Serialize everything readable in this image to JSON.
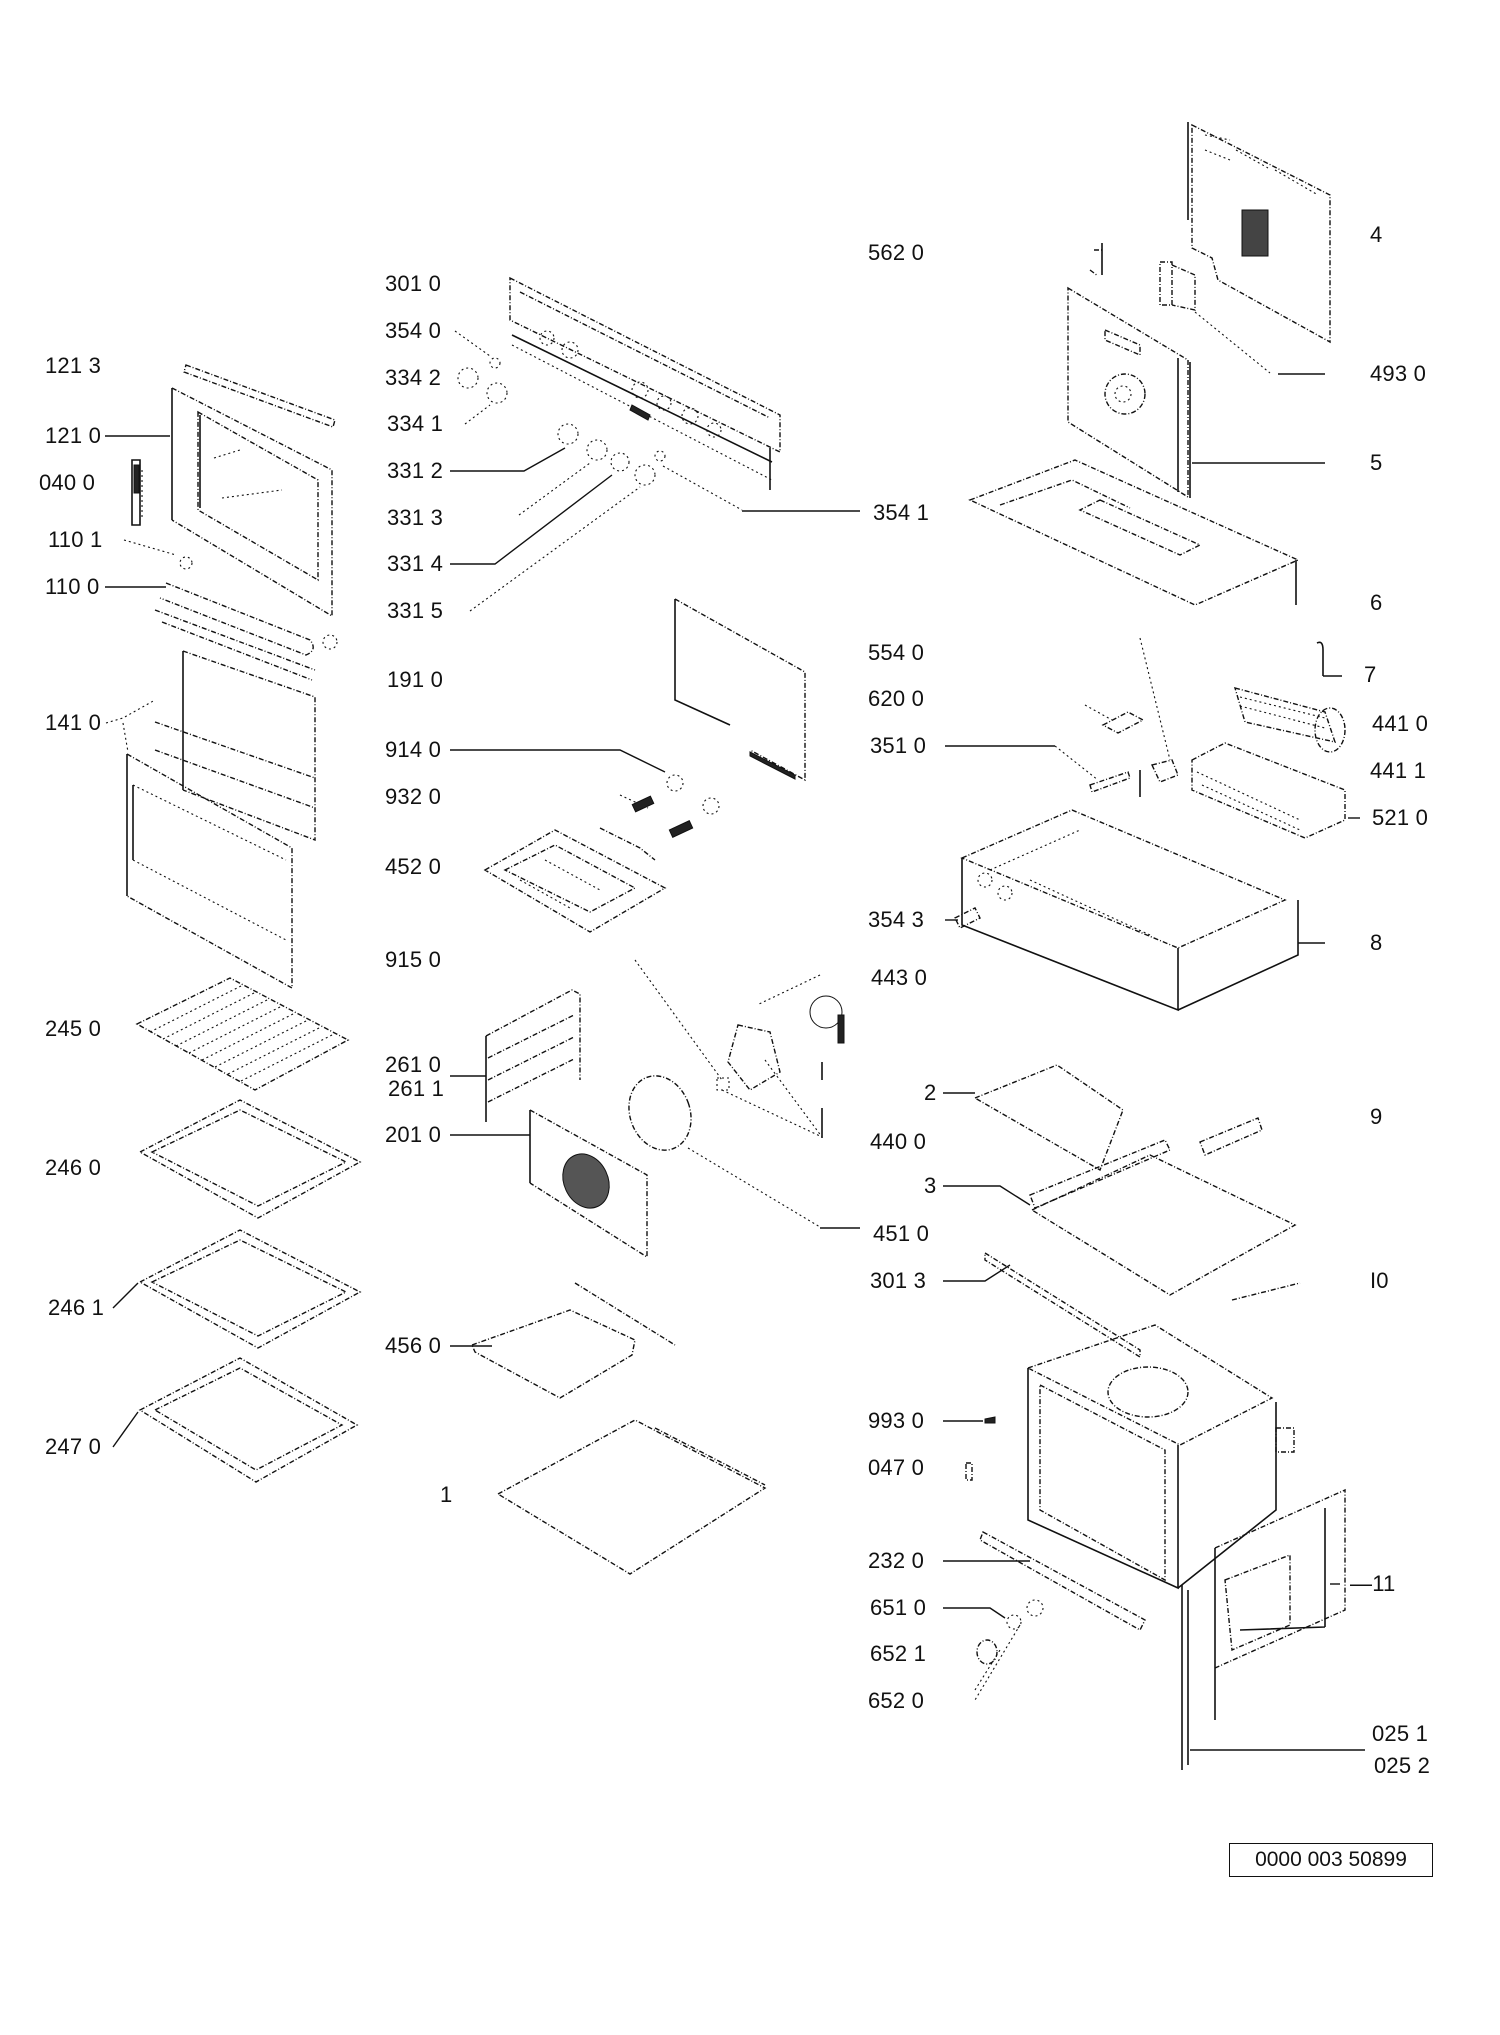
{
  "diagram": {
    "type": "exploded-parts-view",
    "subject": "built-in oven",
    "document_id": "0000 003 50899"
  },
  "labels": [
    {
      "id": "lbl-1213",
      "text": "121 3"
    },
    {
      "id": "lbl-1210",
      "text": "121 0"
    },
    {
      "id": "lbl-0400",
      "text": "040 0"
    },
    {
      "id": "lbl-1101",
      "text": "110 1"
    },
    {
      "id": "lbl-1100",
      "text": "110 0"
    },
    {
      "id": "lbl-1410",
      "text": "141 0"
    },
    {
      "id": "lbl-2450",
      "text": "245 0"
    },
    {
      "id": "lbl-2460",
      "text": "246 0"
    },
    {
      "id": "lbl-2461",
      "text": "246 1"
    },
    {
      "id": "lbl-2470",
      "text": "247 0"
    },
    {
      "id": "lbl-3010",
      "text": "301 0"
    },
    {
      "id": "lbl-3540",
      "text": "354 0"
    },
    {
      "id": "lbl-3342",
      "text": "334 2"
    },
    {
      "id": "lbl-3341",
      "text": "334 1"
    },
    {
      "id": "lbl-3312",
      "text": "331 2"
    },
    {
      "id": "lbl-3313",
      "text": "331 3"
    },
    {
      "id": "lbl-3314",
      "text": "331 4"
    },
    {
      "id": "lbl-3315",
      "text": "331 5"
    },
    {
      "id": "lbl-1910",
      "text": "191 0"
    },
    {
      "id": "lbl-9140",
      "text": "914 0"
    },
    {
      "id": "lbl-9320",
      "text": "932 0"
    },
    {
      "id": "lbl-4520",
      "text": "452 0"
    },
    {
      "id": "lbl-9150",
      "text": "915 0"
    },
    {
      "id": "lbl-2610",
      "text": "261 0"
    },
    {
      "id": "lbl-2611",
      "text": "261 1"
    },
    {
      "id": "lbl-2010",
      "text": "201 0"
    },
    {
      "id": "lbl-4560",
      "text": "456 0"
    },
    {
      "id": "lbl-1",
      "text": "1"
    },
    {
      "id": "lbl-5620",
      "text": "562 0"
    },
    {
      "id": "lbl-3541",
      "text": "354 1"
    },
    {
      "id": "lbl-5540",
      "text": "554 0"
    },
    {
      "id": "lbl-6200",
      "text": "620 0"
    },
    {
      "id": "lbl-3510",
      "text": "351 0"
    },
    {
      "id": "lbl-3543",
      "text": "354 3"
    },
    {
      "id": "lbl-4430",
      "text": "443 0"
    },
    {
      "id": "lbl-4400",
      "text": "440 0"
    },
    {
      "id": "lbl-4510",
      "text": "451 0"
    },
    {
      "id": "lbl-3013",
      "text": "301 3"
    },
    {
      "id": "lbl-9930",
      "text": "993 0"
    },
    {
      "id": "lbl-0470",
      "text": "047 0"
    },
    {
      "id": "lbl-2320",
      "text": "232 0"
    },
    {
      "id": "lbl-6510",
      "text": "651 0"
    },
    {
      "id": "lbl-6521",
      "text": "652 1"
    },
    {
      "id": "lbl-6520",
      "text": "652 0"
    },
    {
      "id": "lbl-4",
      "text": "4"
    },
    {
      "id": "lbl-4930",
      "text": "493 0"
    },
    {
      "id": "lbl-5",
      "text": "5"
    },
    {
      "id": "lbl-6",
      "text": "6"
    },
    {
      "id": "lbl-7",
      "text": "7"
    },
    {
      "id": "lbl-4410",
      "text": "441 0"
    },
    {
      "id": "lbl-4411",
      "text": "441 1"
    },
    {
      "id": "lbl-5210",
      "text": "521 0"
    },
    {
      "id": "lbl-8",
      "text": "8"
    },
    {
      "id": "lbl-2",
      "text": "2"
    },
    {
      "id": "lbl-3",
      "text": "3"
    },
    {
      "id": "lbl-9",
      "text": "9"
    },
    {
      "id": "lbl-10",
      "text": "I0"
    },
    {
      "id": "lbl-11",
      "text": "—11"
    },
    {
      "id": "lbl-0251",
      "text": "025 1"
    },
    {
      "id": "lbl-0252",
      "text": "025 2"
    }
  ]
}
